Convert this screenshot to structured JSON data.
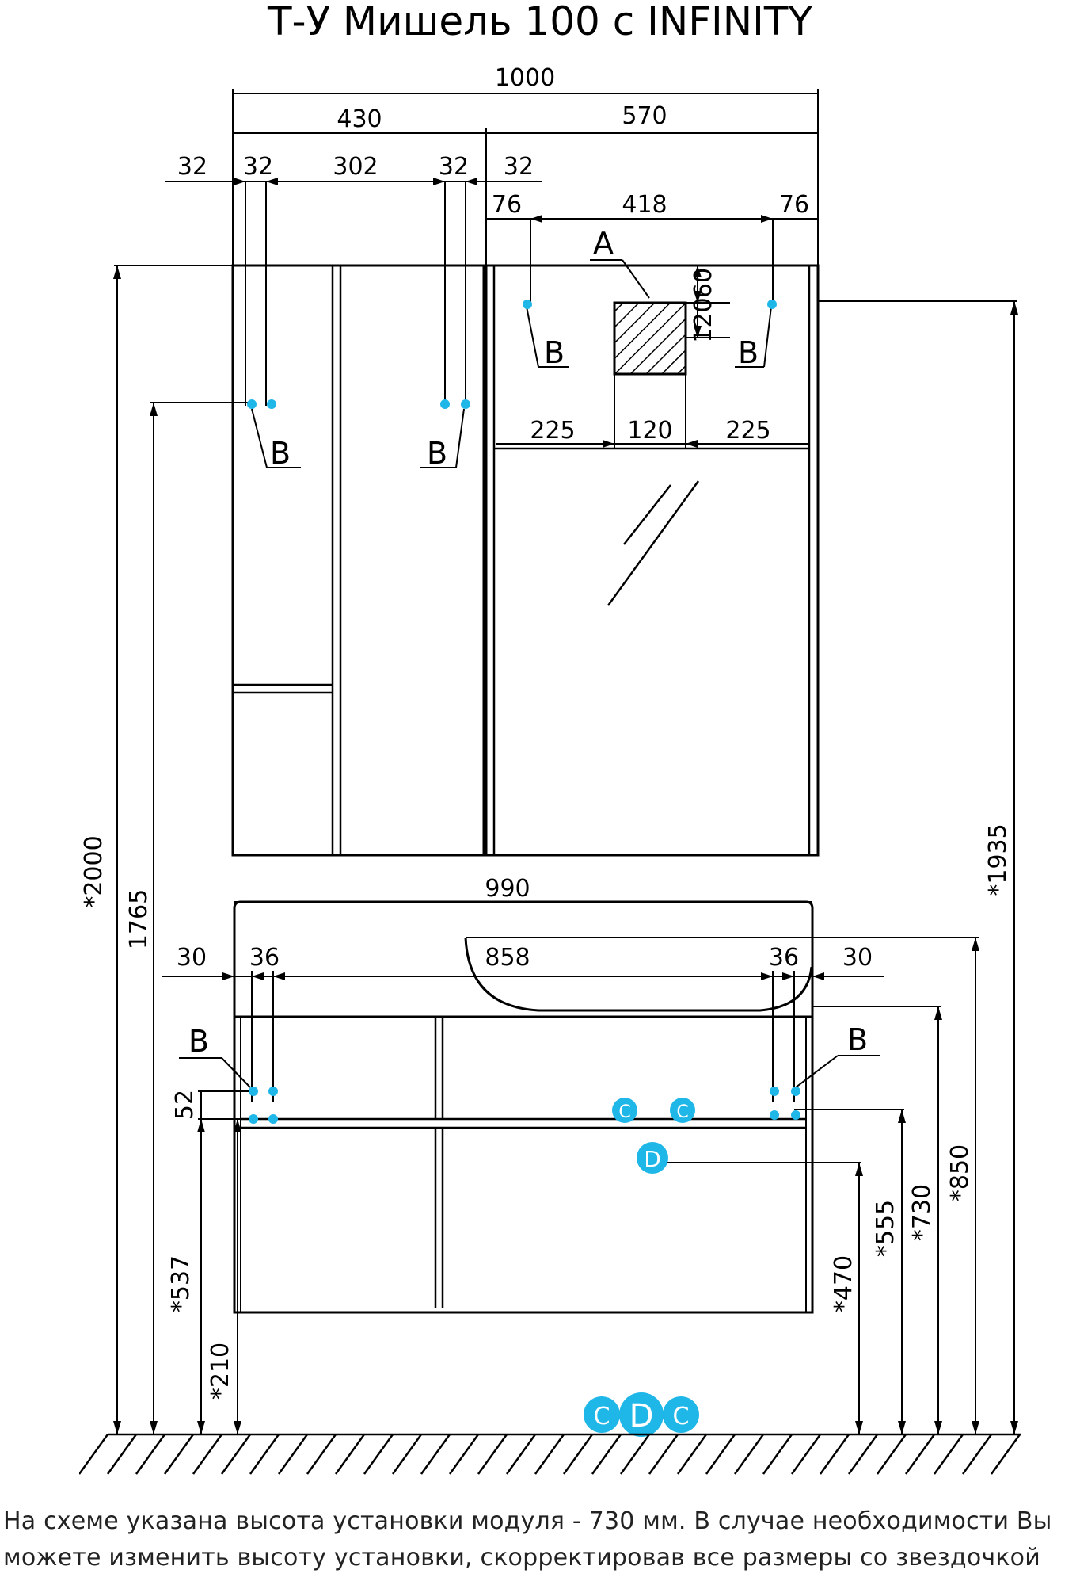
{
  "title": "Т-У Мишель 100 с INFINITY",
  "dimensions": {
    "total_width": "1000",
    "left_width": "430",
    "right_width": "570",
    "d32a": "32",
    "d32b": "32",
    "d302": "302",
    "d32c": "32",
    "d32d": "32",
    "d76a": "76",
    "d418": "418",
    "d76b": "76",
    "d60": "60",
    "d120v": "120",
    "d225a": "225",
    "d120h": "120",
    "d225b": "225",
    "d990": "990",
    "d30a": "30",
    "d36a": "36",
    "d858": "858",
    "d36b": "36",
    "d30b": "30",
    "d52": "52",
    "h2000": "*2000",
    "h1765": "1765",
    "h537": "*537",
    "h210": "*210",
    "h470": "*470",
    "h555": "*555",
    "h730": "*730",
    "h850": "*850",
    "h1935": "*1935"
  },
  "labels": {
    "a": "A",
    "b": "B",
    "c": "C",
    "d": "D"
  },
  "colors": {
    "line": "#000000",
    "marker": "#1fb6e8",
    "caption": "#222222"
  },
  "caption": {
    "line1": "На схеме указана высота установки модуля - 730 мм. В случае необходимости Вы",
    "line2": "можете изменить высоту установки, скорректировав все размеры со звездочкой"
  }
}
